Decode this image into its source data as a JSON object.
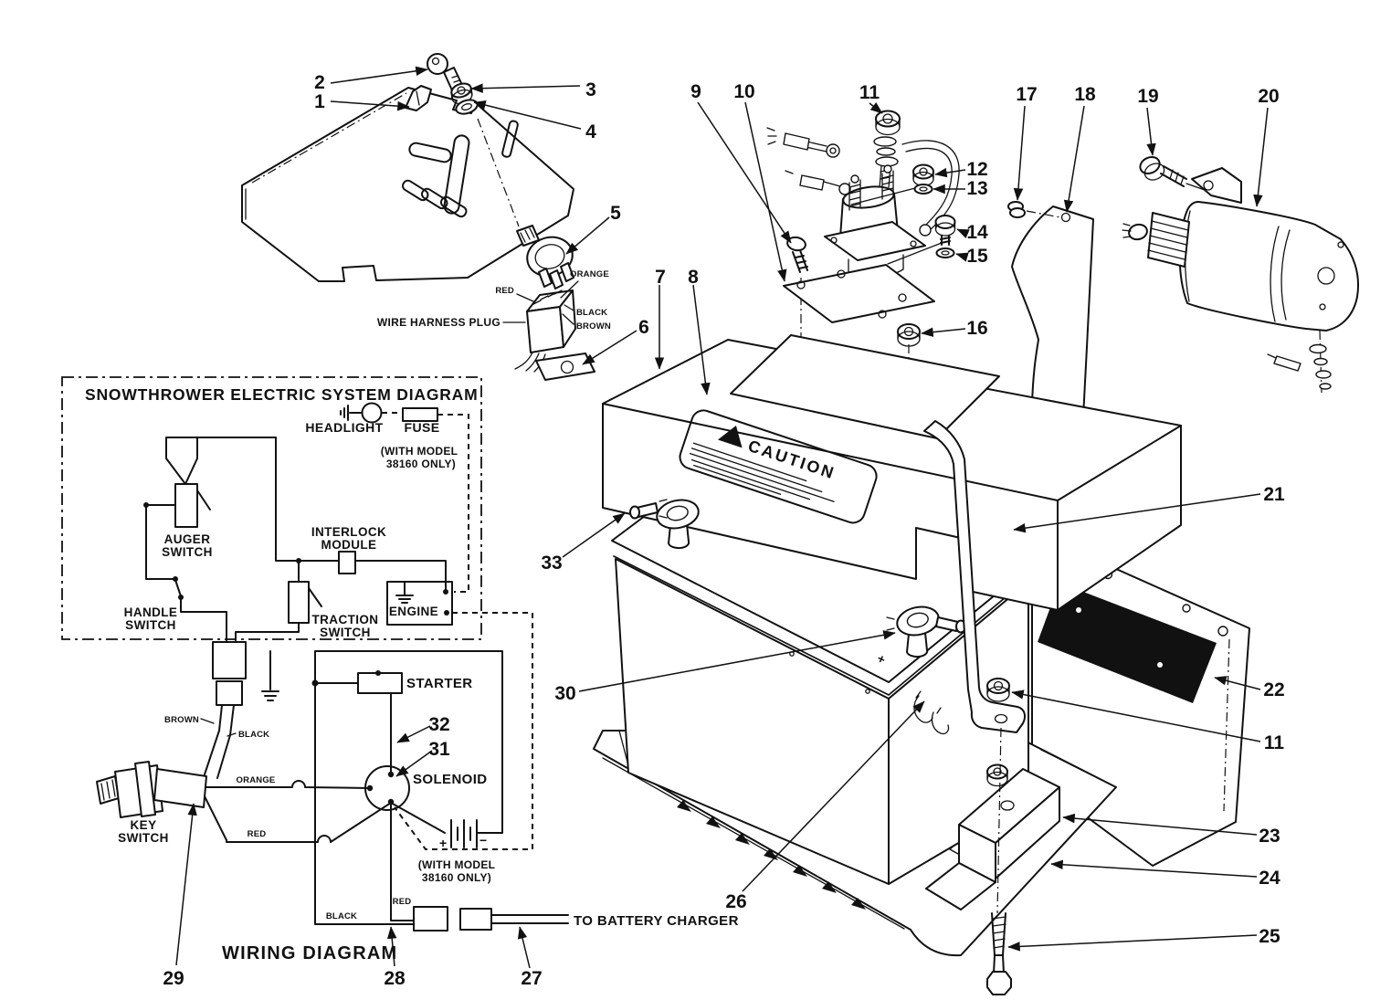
{
  "colors": {
    "ink": "#111111",
    "paper": "#ffffff",
    "pad_22": "#111111"
  },
  "schematic": {
    "title": "SNOWTHROWER ELECTRIC SYSTEM DIAGRAM",
    "headlight": "HEADLIGHT",
    "fuse": "FUSE",
    "note1": "(WITH MODEL",
    "note2": "38160 ONLY)",
    "auger1": "AUGER",
    "auger2": "SWITCH",
    "handle1": "HANDLE",
    "handle2": "SWITCH",
    "interlock1": "INTERLOCK",
    "interlock2": "MODULE",
    "traction1": "TRACTION",
    "traction2": "SWITCH",
    "engine": "ENGINE"
  },
  "wiring": {
    "title": "WIRING DIAGRAM",
    "starter": "STARTER",
    "solenoid": "SOLENOID",
    "key1": "KEY",
    "key2": "SWITCH",
    "note1": "(WITH MODEL",
    "note2": "38160 ONLY)",
    "charger": "TO BATTERY CHARGER",
    "brown": "BROWN",
    "black": "BLACK",
    "orange": "ORANGE",
    "red": "RED",
    "red_out": "RED",
    "black_out": "BLACK",
    "batt_plus": "+",
    "batt_minus": "−"
  },
  "harness": {
    "label": "WIRE HARNESS PLUG",
    "red": "RED",
    "orange": "ORANGE",
    "black": "BLACK",
    "brown": "BROWN"
  },
  "cover": {
    "caution": "CAUTION",
    "battery_plus": "+"
  },
  "callouts": [
    "1",
    "2",
    "3",
    "4",
    "5",
    "6",
    "7",
    "8",
    "9",
    "10",
    "11",
    "12",
    "13",
    "14",
    "15",
    "16",
    "17",
    "18",
    "19",
    "20",
    "21",
    "22",
    "11",
    "23",
    "24",
    "25",
    "26",
    "27",
    "28",
    "29",
    "30",
    "31",
    "32",
    "33"
  ]
}
